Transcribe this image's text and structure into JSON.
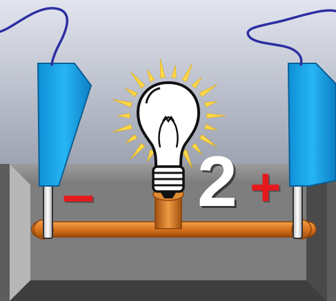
{
  "scene": {
    "number_label": "2",
    "negative_terminal_symbol": "–",
    "positive_terminal_symbol": "+",
    "icons": [
      "light-bulb-icon",
      "left-electrode-clip",
      "right-electrode-clip"
    ],
    "colors": {
      "background_top": "#c9cdd8",
      "background_bottom": "#6b7080",
      "battery_block": "#8f8f8f",
      "electrode_blue": "#1aa9ee",
      "wire_copper": "#d9741e",
      "wire_blue": "#2c2fa0",
      "symbol_red": "#e5191d",
      "bulb_glow": "#ffd84a"
    }
  }
}
